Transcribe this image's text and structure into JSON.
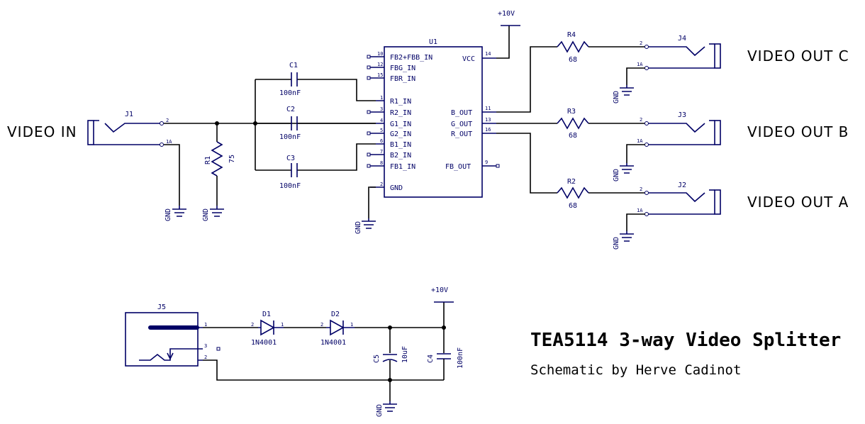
{
  "title": "TEA5114 3-way Video Splitter",
  "subtitle": "Schematic by Herve Cadinot",
  "connectors": {
    "video_in": "VIDEO IN",
    "out_a": "VIDEO OUT A",
    "out_b": "VIDEO OUT B",
    "out_c": "VIDEO OUT C"
  },
  "power": {
    "vcc": "+10V",
    "gnd": "GND"
  },
  "u1": {
    "ref": "U1",
    "left_pins": [
      {
        "num": "10",
        "name": "FB2+FBB_IN"
      },
      {
        "num": "12",
        "name": "FBG_IN"
      },
      {
        "num": "15",
        "name": "FBR_IN"
      },
      {
        "num": "1",
        "name": "R1_IN"
      },
      {
        "num": "3",
        "name": "R2_IN"
      },
      {
        "num": "4",
        "name": "G1_IN"
      },
      {
        "num": "5",
        "name": "G2_IN"
      },
      {
        "num": "6",
        "name": "B1_IN"
      },
      {
        "num": "7",
        "name": "B2_IN"
      },
      {
        "num": "8",
        "name": "FB1_IN"
      },
      {
        "num": "2",
        "name": "GND"
      }
    ],
    "right_pins": [
      {
        "num": "14",
        "name": "VCC"
      },
      {
        "num": "11",
        "name": "B_OUT"
      },
      {
        "num": "13",
        "name": "G_OUT"
      },
      {
        "num": "16",
        "name": "R_OUT"
      },
      {
        "num": "9",
        "name": "FB_OUT"
      }
    ]
  },
  "components": {
    "j1": {
      "ref": "J1",
      "pin_a": "2",
      "pin_b": "1A"
    },
    "j2": {
      "ref": "J2",
      "pin_a": "2",
      "pin_b": "1A"
    },
    "j3": {
      "ref": "J3",
      "pin_a": "2",
      "pin_b": "1A"
    },
    "j4": {
      "ref": "J4",
      "pin_a": "2",
      "pin_b": "1A"
    },
    "j5": {
      "ref": "J5",
      "pin1": "1",
      "pin2": "2",
      "pin3": "3"
    },
    "r1": {
      "ref": "R1",
      "value": "75"
    },
    "r2": {
      "ref": "R2",
      "value": "68"
    },
    "r3": {
      "ref": "R3",
      "value": "68"
    },
    "r4": {
      "ref": "R4",
      "value": "68"
    },
    "c1": {
      "ref": "C1",
      "value": "100nF"
    },
    "c2": {
      "ref": "C2",
      "value": "100nF"
    },
    "c3": {
      "ref": "C3",
      "value": "100nF"
    },
    "c4": {
      "ref": "C4",
      "value": "100nF"
    },
    "c5": {
      "ref": "C5",
      "value": "10uF"
    },
    "d1": {
      "ref": "D1",
      "value": "1N4001",
      "pin_a": "2",
      "pin_k": "1"
    },
    "d2": {
      "ref": "D2",
      "value": "1N4001",
      "pin_a": "2",
      "pin_k": "1"
    }
  }
}
